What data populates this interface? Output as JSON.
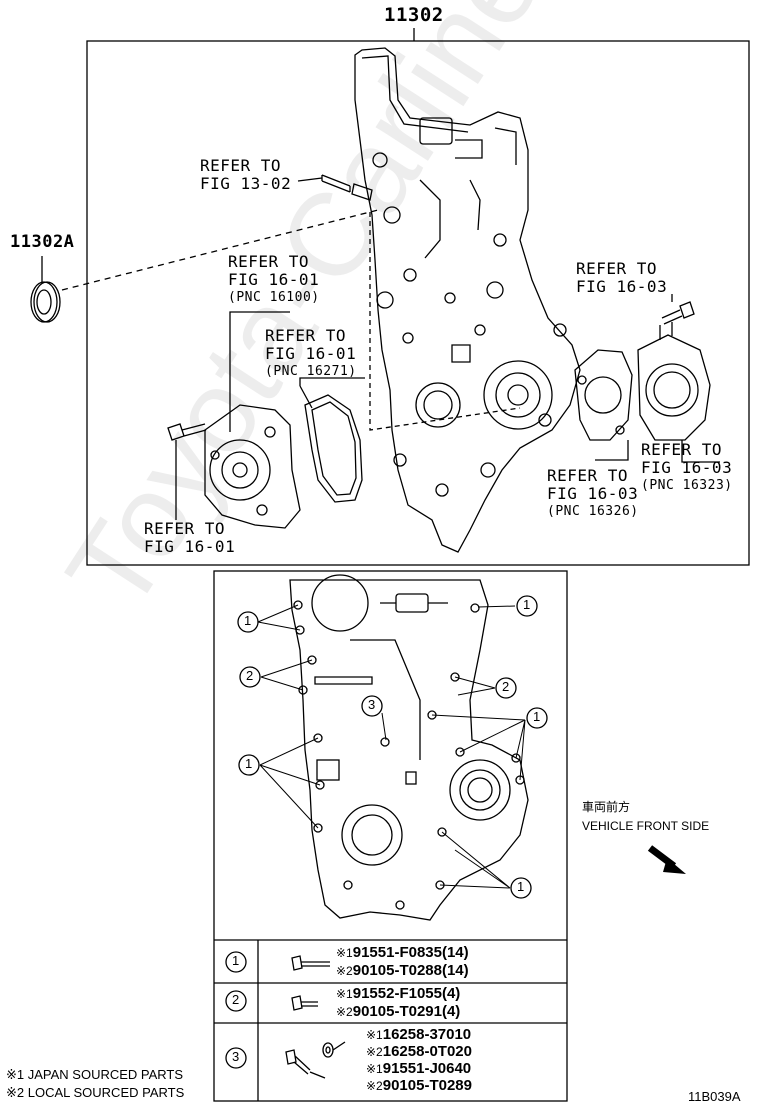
{
  "top_part_number": "11302",
  "side_part_number": "11302A",
  "callouts": {
    "refer_13_02": {
      "line1": "REFER TO",
      "line2": "FIG 13-02"
    },
    "refer_16_01_pnc16100": {
      "line1": "REFER TO",
      "line2": "FIG 16-01",
      "pnc": "(PNC 16100)"
    },
    "refer_16_01_pnc16271": {
      "line1": "REFER TO",
      "line2": "FIG 16-01",
      "pnc": "(PNC 16271)"
    },
    "refer_16_01_bolt": {
      "line1": "REFER TO",
      "line2": "FIG 16-01"
    },
    "refer_16_03_bolt": {
      "line1": "REFER TO",
      "line2": "FIG 16-03"
    },
    "refer_16_03_pnc16323": {
      "line1": "REFER TO",
      "line2": "FIG 16-03",
      "pnc": "(PNC 16323)"
    },
    "refer_16_03_pnc16326": {
      "line1": "REFER TO",
      "line2": "FIG 16-03",
      "pnc": "(PNC 16326)"
    }
  },
  "markers": {
    "one": "1",
    "two": "2",
    "three": "3"
  },
  "direction": {
    "jp": "車両前方",
    "en": "VEHICLE FRONT SIDE"
  },
  "legend": {
    "rows": [
      {
        "marker": "1",
        "parts": [
          {
            "mark": "※1",
            "pn": "91551-F0835(14)"
          },
          {
            "mark": "※2",
            "pn": "90105-T0288(14)"
          }
        ]
      },
      {
        "marker": "2",
        "parts": [
          {
            "mark": "※1",
            "pn": "91552-F1055(4)"
          },
          {
            "mark": "※2",
            "pn": "90105-T0291(4)"
          }
        ]
      },
      {
        "marker": "3",
        "parts": [
          {
            "mark": "※1",
            "pn": "16258-37010"
          },
          {
            "mark": "※2",
            "pn": "16258-0T020"
          },
          {
            "mark": "※1",
            "pn": "91551-J0640"
          },
          {
            "mark": "※2",
            "pn": "90105-T0289"
          }
        ]
      }
    ]
  },
  "notes": {
    "jp": "※1 JAPAN SOURCED PARTS",
    "local": "※2 LOCAL SOURCED PARTS"
  },
  "figure_code": "11B039A",
  "watermark": "Toyota-Carline.ru"
}
